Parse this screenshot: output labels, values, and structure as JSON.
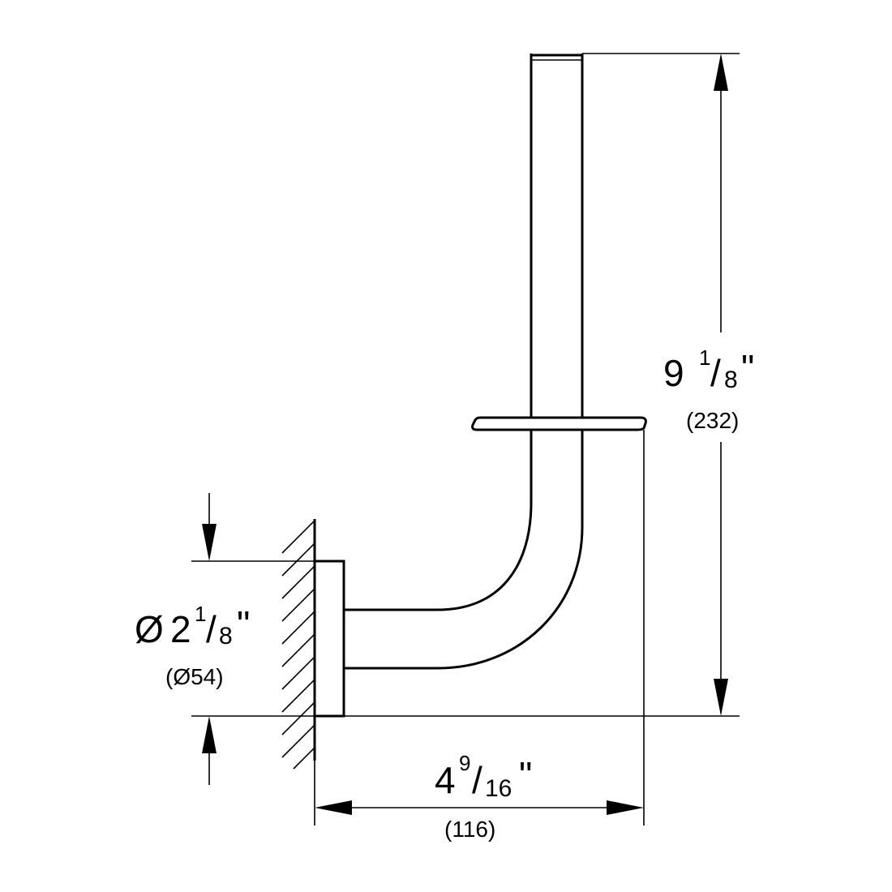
{
  "dimensions": {
    "height": {
      "whole": "9",
      "numerator": "1",
      "denominator": "8",
      "inch_mark": "\"",
      "metric": "(232)"
    },
    "depth": {
      "whole": "4",
      "numerator": "9",
      "denominator": "16",
      "inch_mark": "\"",
      "metric": "(116)"
    },
    "diameter": {
      "symbol": "Ø",
      "whole": "2",
      "numerator": "1",
      "denominator": "8",
      "inch_mark": "\"",
      "metric": "(Ø54)"
    }
  },
  "colors": {
    "line": "#000000",
    "background": "#ffffff"
  }
}
